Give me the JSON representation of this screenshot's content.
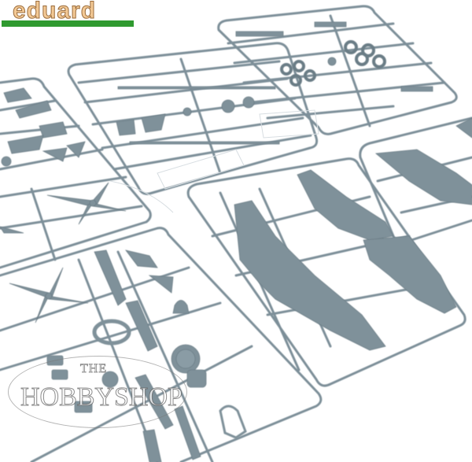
{
  "image": {
    "subject": "Plastic scale model kit sprues with aircraft parts (wings, propellers, fuselage, wheels, engine parts)",
    "colors": {
      "plastic": "#7f919a",
      "plastic_dark": "#6b7d86",
      "background": "#ffffff"
    }
  },
  "brand_logo": {
    "text": "eduard",
    "text_color": "#f3c995",
    "bar_color": "#2f9a2f"
  },
  "watermark": {
    "line1": "THE",
    "line2": "HOBBYSHOP"
  }
}
